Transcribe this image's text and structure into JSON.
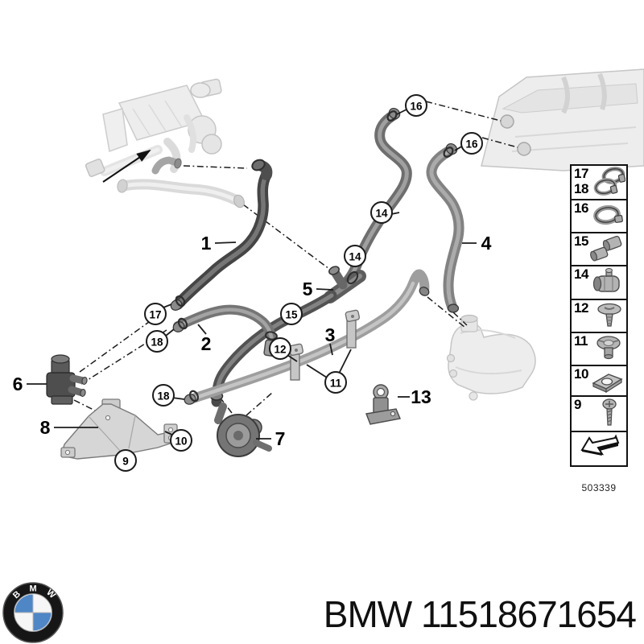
{
  "callouts": {
    "n1": "1",
    "n2": "2",
    "n3": "3",
    "n4": "4",
    "n5": "5",
    "n6": "6",
    "n7": "7",
    "n8": "8",
    "n13": "13",
    "c9": "9",
    "c10": "10",
    "c11": "11",
    "c12": "12",
    "c14": "14",
    "c15": "15",
    "c16": "16",
    "c17": "17",
    "c18": "18"
  },
  "sidebar": {
    "items": [
      {
        "id": "17-18",
        "numbers": [
          "17",
          "18"
        ],
        "icon": "hose-clamp-pair"
      },
      {
        "id": "16",
        "numbers": [
          "16"
        ],
        "icon": "hose-clamp-large"
      },
      {
        "id": "15",
        "numbers": [
          "15"
        ],
        "icon": "line-clip-pair"
      },
      {
        "id": "14",
        "numbers": [
          "14"
        ],
        "icon": "hose-holder"
      },
      {
        "id": "12",
        "numbers": [
          "12"
        ],
        "icon": "expanding-rivet"
      },
      {
        "id": "11",
        "numbers": [
          "11"
        ],
        "icon": "flange-nut"
      },
      {
        "id": "10",
        "numbers": [
          "10"
        ],
        "icon": "cage-nut"
      },
      {
        "id": "9",
        "numbers": [
          "9"
        ],
        "icon": "screw"
      },
      {
        "id": "arrow",
        "numbers": [],
        "icon": "direction-arrow"
      }
    ],
    "diagram_code": "503339"
  },
  "footer": {
    "label": "BMW 11518671654",
    "logo_letters": [
      "B",
      "M",
      "W"
    ]
  },
  "colors": {
    "hose_dark": "#474747",
    "hose_mid": "#7a7a7a",
    "hose_light": "#a6a6a6",
    "ghost": "#e9e9e9",
    "bmw_blue": "#4f86c6"
  }
}
